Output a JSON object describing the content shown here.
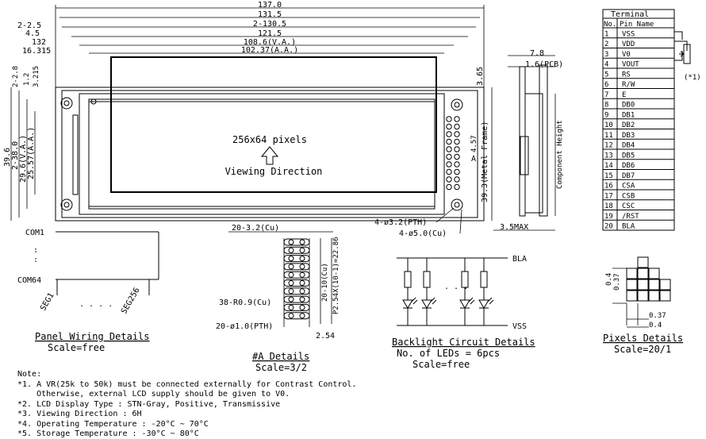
{
  "top_dims": [
    "137.0",
    "131.5",
    "2-130.5",
    "121.5",
    "108.6(V.A.)",
    "102.37(A.A.)"
  ],
  "left_top_dims": [
    "2-2.5",
    "4.5",
    "132",
    "16.315"
  ],
  "left_vert_dims": [
    "39.6",
    "2-38.0",
    "29.6(V.A.)",
    "25.57(A.A.)"
  ],
  "small_vert_dims": [
    "2-2.8",
    "3.215",
    "1.2"
  ],
  "right_dims": [
    "3.65",
    "7.8",
    "1.6(PCB)",
    "4.57",
    "A",
    "39.3(Metal Frame)",
    "Component Height"
  ],
  "display": {
    "pixels": "256x64 pixels",
    "view": "Viewing Direction"
  },
  "hole_dims": [
    "4-ø3.2(PTH)",
    "4-ø5.0(Cu)",
    "3.5MAX"
  ],
  "panel": {
    "com1": "COM1",
    "dots": ":",
    "com64": "COM64",
    "seg1": "SEG1",
    "seg256": "SEG256",
    "title": "Panel Wiring Details",
    "scale": "Scale=free"
  },
  "details_a": {
    "d1": "20-3.2(Cu)",
    "d2": "38-R0.9(Cu)",
    "d3": "20-ø1.0(PTH)",
    "d4": "20-10(Cu)",
    "d5": "P2.54X(10-1)=22.86",
    "d6": "2.54",
    "title": "#A Details",
    "scale": "Scale=3/2"
  },
  "backlight": {
    "bla": "BLA",
    "vss": "VSS",
    "title": "Backlight Circuit Details",
    "leds": "No. of LEDs = 6pcs",
    "scale": "Scale=free"
  },
  "pixels": {
    "a": "0.4",
    "b": "0.37",
    "c": "0.37",
    "d": "0.4",
    "title": "Pixels Details",
    "scale": "Scale=20/1"
  },
  "terminal": {
    "header": "Terminal",
    "col1": "No.",
    "col2": "Pin Name",
    "rows": [
      [
        "1",
        "VSS"
      ],
      [
        "2",
        "VDD"
      ],
      [
        "3",
        "V0"
      ],
      [
        "4",
        "VOUT"
      ],
      [
        "5",
        "RS"
      ],
      [
        "6",
        "R/W"
      ],
      [
        "7",
        "E"
      ],
      [
        "8",
        "DB0"
      ],
      [
        "9",
        "DB1"
      ],
      [
        "10",
        "DB2"
      ],
      [
        "11",
        "DB3"
      ],
      [
        "12",
        "DB4"
      ],
      [
        "13",
        "DB5"
      ],
      [
        "14",
        "DB6"
      ],
      [
        "15",
        "DB7"
      ],
      [
        "16",
        "CSA"
      ],
      [
        "17",
        "CSB"
      ],
      [
        "18",
        "CSC"
      ],
      [
        "19",
        "/RST"
      ],
      [
        "20",
        "BLA"
      ]
    ],
    "note_ref": "(*1)"
  },
  "notes": {
    "header": "Note:",
    "lines": [
      "*1. A VR(25k to 50k) must be connected externally for Contrast Control.",
      "    Otherwise, external LCD supply should be given to V0.",
      "*2. LCD Display Type : STN-Gray, Positive, Transmissive",
      "*3. Viewing Direction : 6H",
      "*4. Operating Temperature : -20°C ~ 70°C",
      "*5. Storage Temperature : -30°C ~ 80°C"
    ]
  }
}
